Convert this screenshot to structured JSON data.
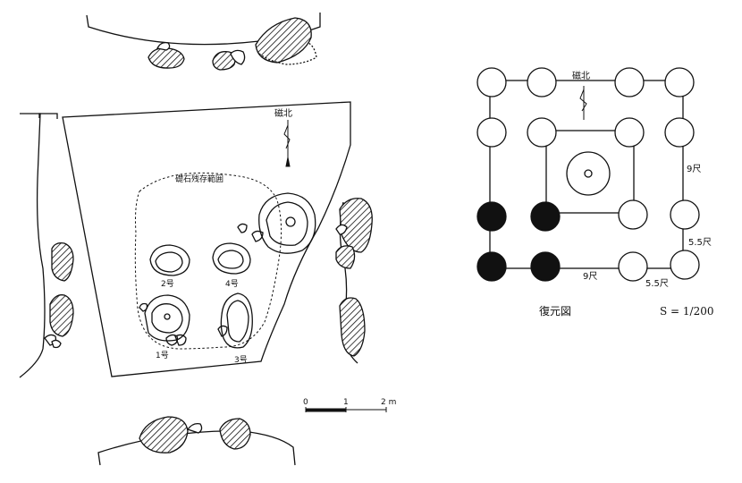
{
  "plan": {
    "north_label": "磁北",
    "area_label": "礎石残存範囲",
    "stones": {
      "s1": "1号",
      "s2": "2号",
      "s3": "3号",
      "s4": "4号"
    },
    "scale_ticks": [
      "0",
      "1",
      "2 m"
    ]
  },
  "reconstruction": {
    "north_label": "磁北",
    "caption": "復元図",
    "scale_ratio": "S = 1/200",
    "dimensions": {
      "side": "9尺",
      "bay": "5.5尺",
      "bottom": "9尺",
      "bottom_bay": "5.5尺"
    }
  }
}
